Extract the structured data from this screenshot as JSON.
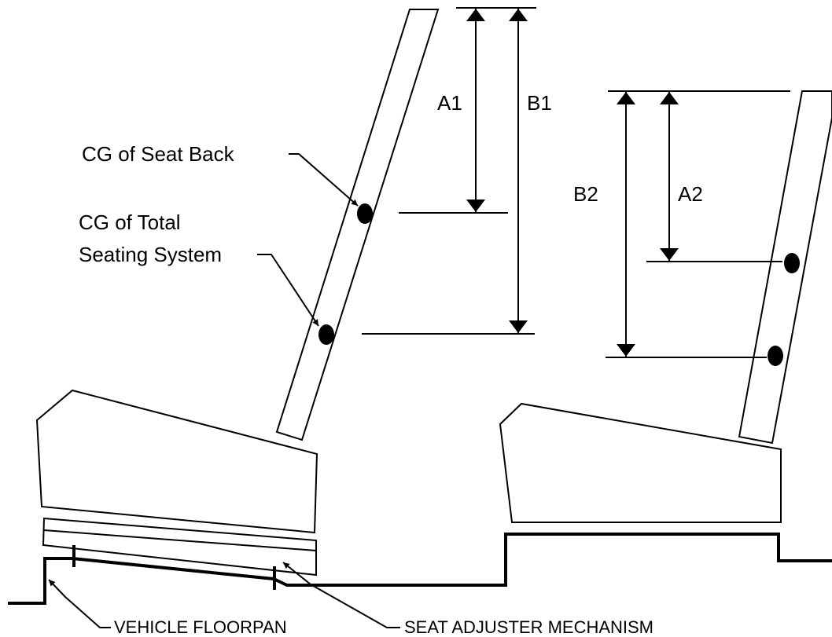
{
  "labels": {
    "cg_seat_back": "CG of Seat Back",
    "cg_total_line1": "CG of Total",
    "cg_total_line2": "Seating System",
    "a1": "A1",
    "b1": "B1",
    "a2": "A2",
    "b2": "B2",
    "vehicle_floorpan": "VEHICLE FLOORPAN",
    "seat_adjuster": "SEAT ADJUSTER MECHANISM"
  },
  "colors": {
    "line": "#000000",
    "background": "#ffffff"
  }
}
